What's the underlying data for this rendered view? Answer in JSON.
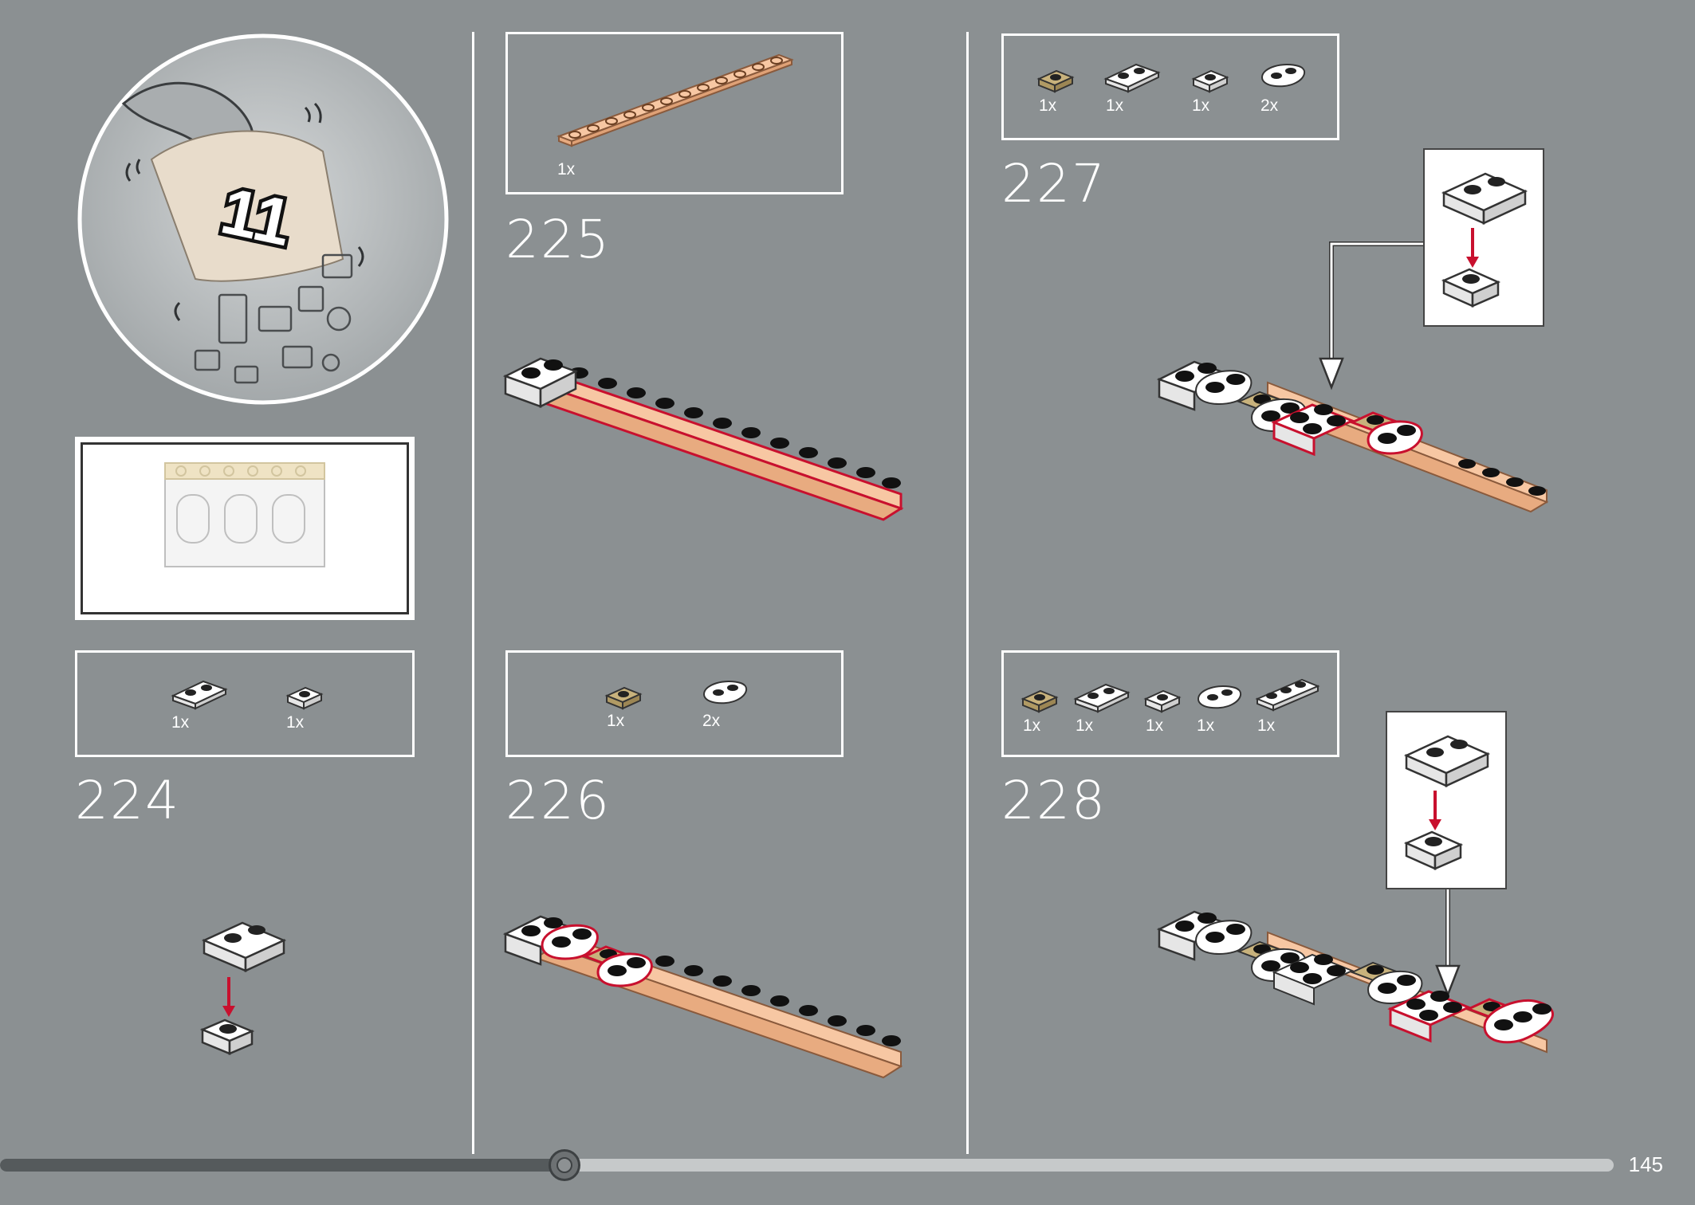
{
  "bag": {
    "number": "11"
  },
  "steps": {
    "s224": {
      "number": "224",
      "parts": [
        {
          "qty": "1x"
        },
        {
          "qty": "1x"
        }
      ]
    },
    "s225": {
      "number": "225",
      "parts": [
        {
          "qty": "1x"
        }
      ]
    },
    "s226": {
      "number": "226",
      "parts": [
        {
          "qty": "1x"
        },
        {
          "qty": "2x"
        }
      ]
    },
    "s227": {
      "number": "227",
      "parts": [
        {
          "qty": "1x"
        },
        {
          "qty": "1x"
        },
        {
          "qty": "1x"
        },
        {
          "qty": "2x"
        }
      ]
    },
    "s228": {
      "number": "228",
      "parts": [
        {
          "qty": "1x"
        },
        {
          "qty": "1x"
        },
        {
          "qty": "1x"
        },
        {
          "qty": "1x"
        },
        {
          "qty": "1x"
        }
      ]
    }
  },
  "progress": {
    "fraction": 0.35
  },
  "page_number": "145",
  "colors": {
    "background": "#8b9092",
    "white_brick": "#ffffff",
    "tan_brick": "#c8b27c",
    "peach_plate": "#f7c7a3",
    "highlight_red": "#c8102e"
  }
}
